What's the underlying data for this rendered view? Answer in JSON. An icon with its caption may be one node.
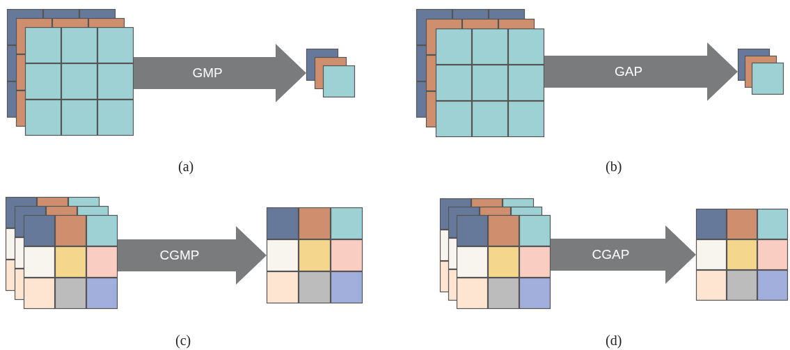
{
  "diagram": {
    "nodes": [
      {
        "text": [],
        "shape": "picture"
      },
      {
        "text": [],
        "shape": "picture"
      },
      {
        "text": [],
        "shape": "picture"
      },
      {
        "text": [],
        "shape": "picture"
      },
      {
        "text": [],
        "shape": "picture"
      },
      {
        "text": [],
        "shape": "picture"
      },
      {
        "text": [],
        "shape": "picture"
      },
      {
        "text": [],
        "shape": "picture"
      }
    ],
    "edges": [
      {
        "from": 0,
        "to": 1,
        "arrow": "to",
        "label": "GMP"
      },
      {
        "from": 2,
        "to": 3,
        "arrow": "to",
        "label": "GAP"
      },
      {
        "from": 4,
        "to": 5,
        "arrow": "to",
        "label": "CGMP"
      },
      {
        "from": 6,
        "to": 7,
        "arrow": "to",
        "label": "CGAP"
      }
    ],
    "labels": [
      "(a)",
      "(b)",
      "(c)",
      "(d)"
    ]
  }
}
